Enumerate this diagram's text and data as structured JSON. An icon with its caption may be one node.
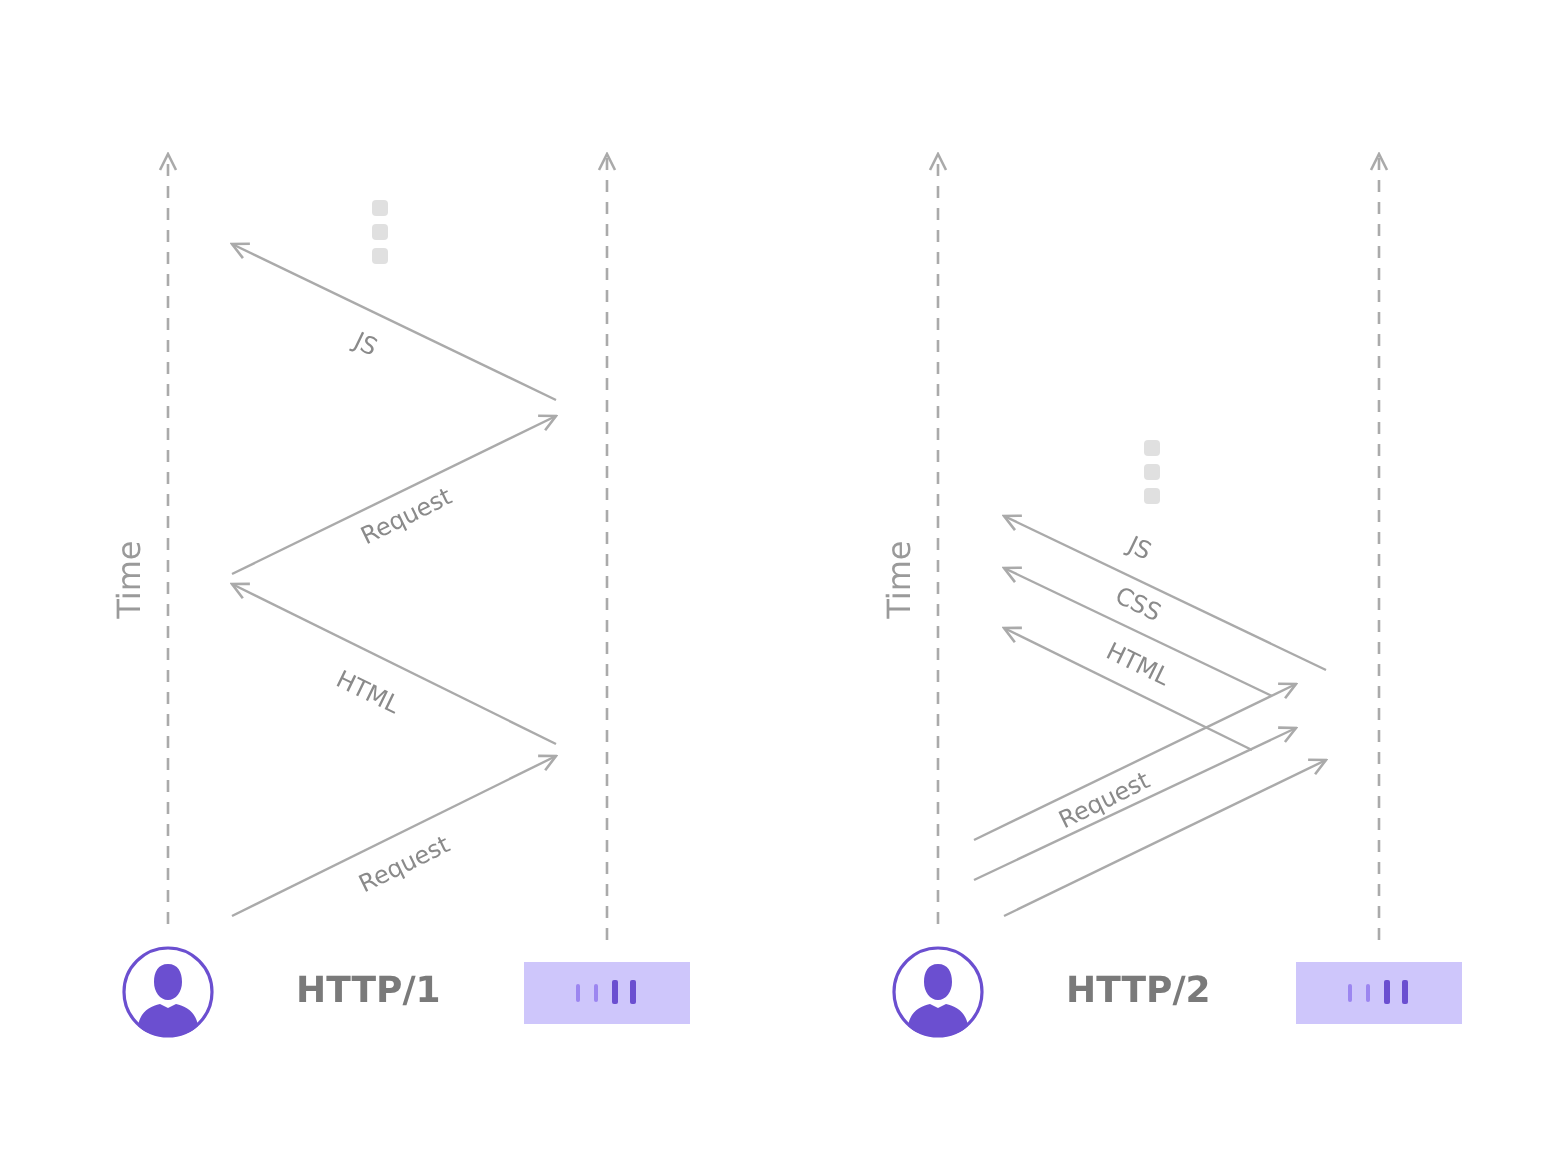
{
  "diagram": {
    "nodes": [
      {
        "text": [],
        "shape": "person"
      },
      {
        "text": [],
        "shape": "box"
      },
      {
        "text": [],
        "shape": "person"
      },
      {
        "text": [],
        "shape": "box"
      }
    ],
    "edges": [
      {
        "from": 0,
        "to": null,
        "arrow": "to",
        "style": "dashed"
      },
      {
        "from": 1,
        "to": null,
        "arrow": "to",
        "style": "dashed"
      },
      {
        "from": 2,
        "to": null,
        "arrow": "to",
        "style": "dashed"
      },
      {
        "from": 3,
        "to": null,
        "arrow": "to",
        "style": "dashed"
      }
    ],
    "labels": [
      "Time",
      "JS",
      "Request",
      "HTML",
      "Request",
      "HTTP/1",
      "Time",
      "JS",
      "CSS",
      "HTML",
      "Request",
      "HTTP/2"
    ]
  }
}
